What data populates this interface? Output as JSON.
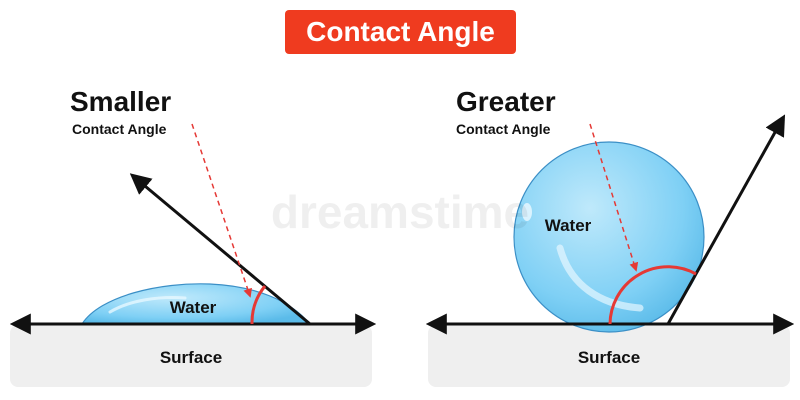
{
  "title": "Contact Angle",
  "colors": {
    "title_bg": "#ef3b1f",
    "water_fill": "#7fd0f5",
    "water_stroke": "#3b8fc6",
    "angle_arc": "#e53935",
    "pointer": "#e53935",
    "surface": "#efefef",
    "ink": "#111111"
  },
  "left_panel": {
    "heading": "Smaller",
    "subheading": "Contact Angle",
    "water_label": "Water",
    "surface_label": "Surface"
  },
  "right_panel": {
    "heading": "Greater",
    "subheading": "Contact Angle",
    "water_label": "Water",
    "surface_label": "Surface"
  },
  "watermark": "dreamstime"
}
